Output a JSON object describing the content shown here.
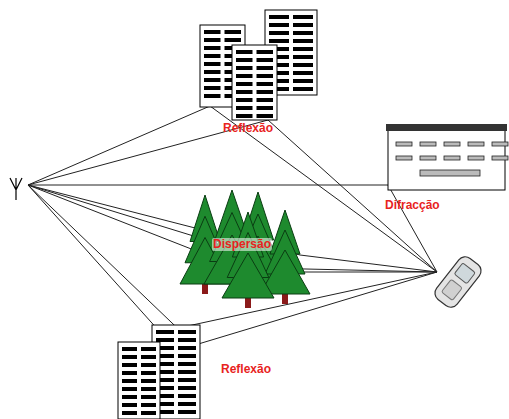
{
  "diagram": {
    "labels": [
      "Reflexão",
      "Difracção",
      "Dispersão",
      "Reflexão"
    ]
  }
}
